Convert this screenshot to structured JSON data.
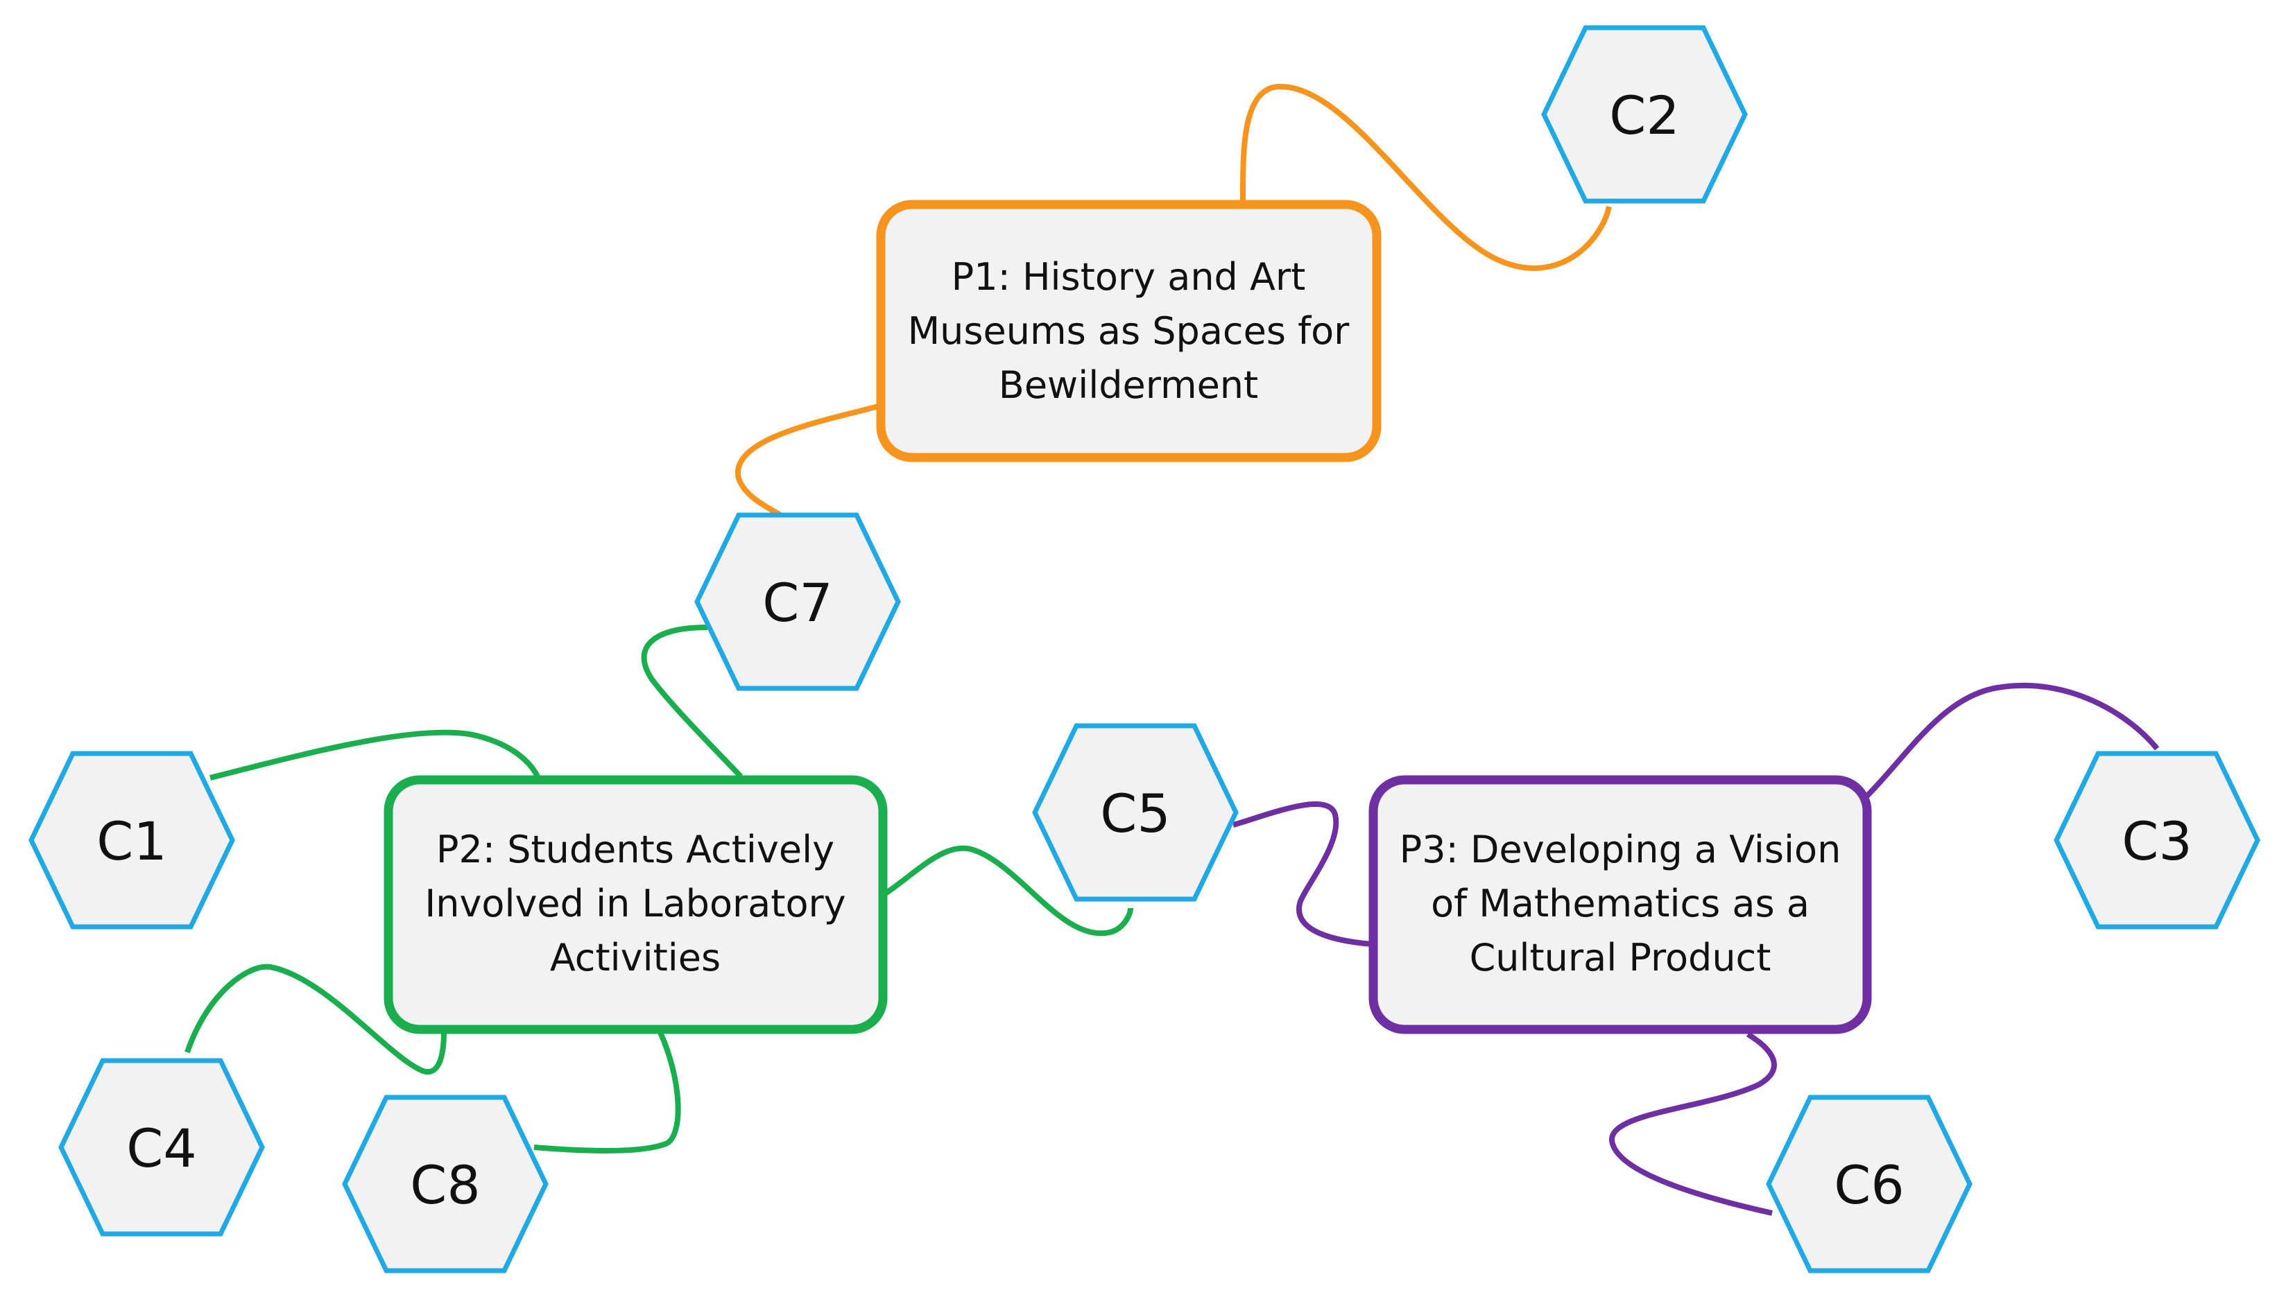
{
  "diagram": {
    "colors": {
      "p1": "#F7941D",
      "p2": "#1AAE4F",
      "p3": "#6E2FA3",
      "hex_stroke": "#21A9E6",
      "fill": "#F2F2F2"
    },
    "processes": [
      {
        "id": "p1",
        "lines": [
          "P1: History and Art",
          "Museums as Spaces for",
          "Bewilderment"
        ],
        "color_key": "p1"
      },
      {
        "id": "p2",
        "lines": [
          "P2: Students Actively",
          "Involved in Laboratory",
          "Activities"
        ],
        "color_key": "p2"
      },
      {
        "id": "p3",
        "lines": [
          "P3: Developing a Vision",
          "of Mathematics as a",
          "Cultural Product"
        ],
        "color_key": "p3"
      }
    ],
    "categories": [
      {
        "id": "c1",
        "label": "C1"
      },
      {
        "id": "c2",
        "label": "C2"
      },
      {
        "id": "c3",
        "label": "C3"
      },
      {
        "id": "c4",
        "label": "C4"
      },
      {
        "id": "c5",
        "label": "C5"
      },
      {
        "id": "c6",
        "label": "C6"
      },
      {
        "id": "c7",
        "label": "C7"
      },
      {
        "id": "c8",
        "label": "C8"
      }
    ],
    "connections": [
      {
        "from": "p1",
        "to": "c2",
        "color_key": "p1"
      },
      {
        "from": "p1",
        "to": "c7",
        "color_key": "p1"
      },
      {
        "from": "p2",
        "to": "c7",
        "color_key": "p2"
      },
      {
        "from": "p2",
        "to": "c1",
        "color_key": "p2"
      },
      {
        "from": "p2",
        "to": "c4",
        "color_key": "p2"
      },
      {
        "from": "p2",
        "to": "c8",
        "color_key": "p2"
      },
      {
        "from": "p2",
        "to": "c5",
        "color_key": "p2"
      },
      {
        "from": "p3",
        "to": "c5",
        "color_key": "p3"
      },
      {
        "from": "p3",
        "to": "c3",
        "color_key": "p3"
      },
      {
        "from": "p3",
        "to": "c6",
        "color_key": "p3"
      }
    ]
  }
}
